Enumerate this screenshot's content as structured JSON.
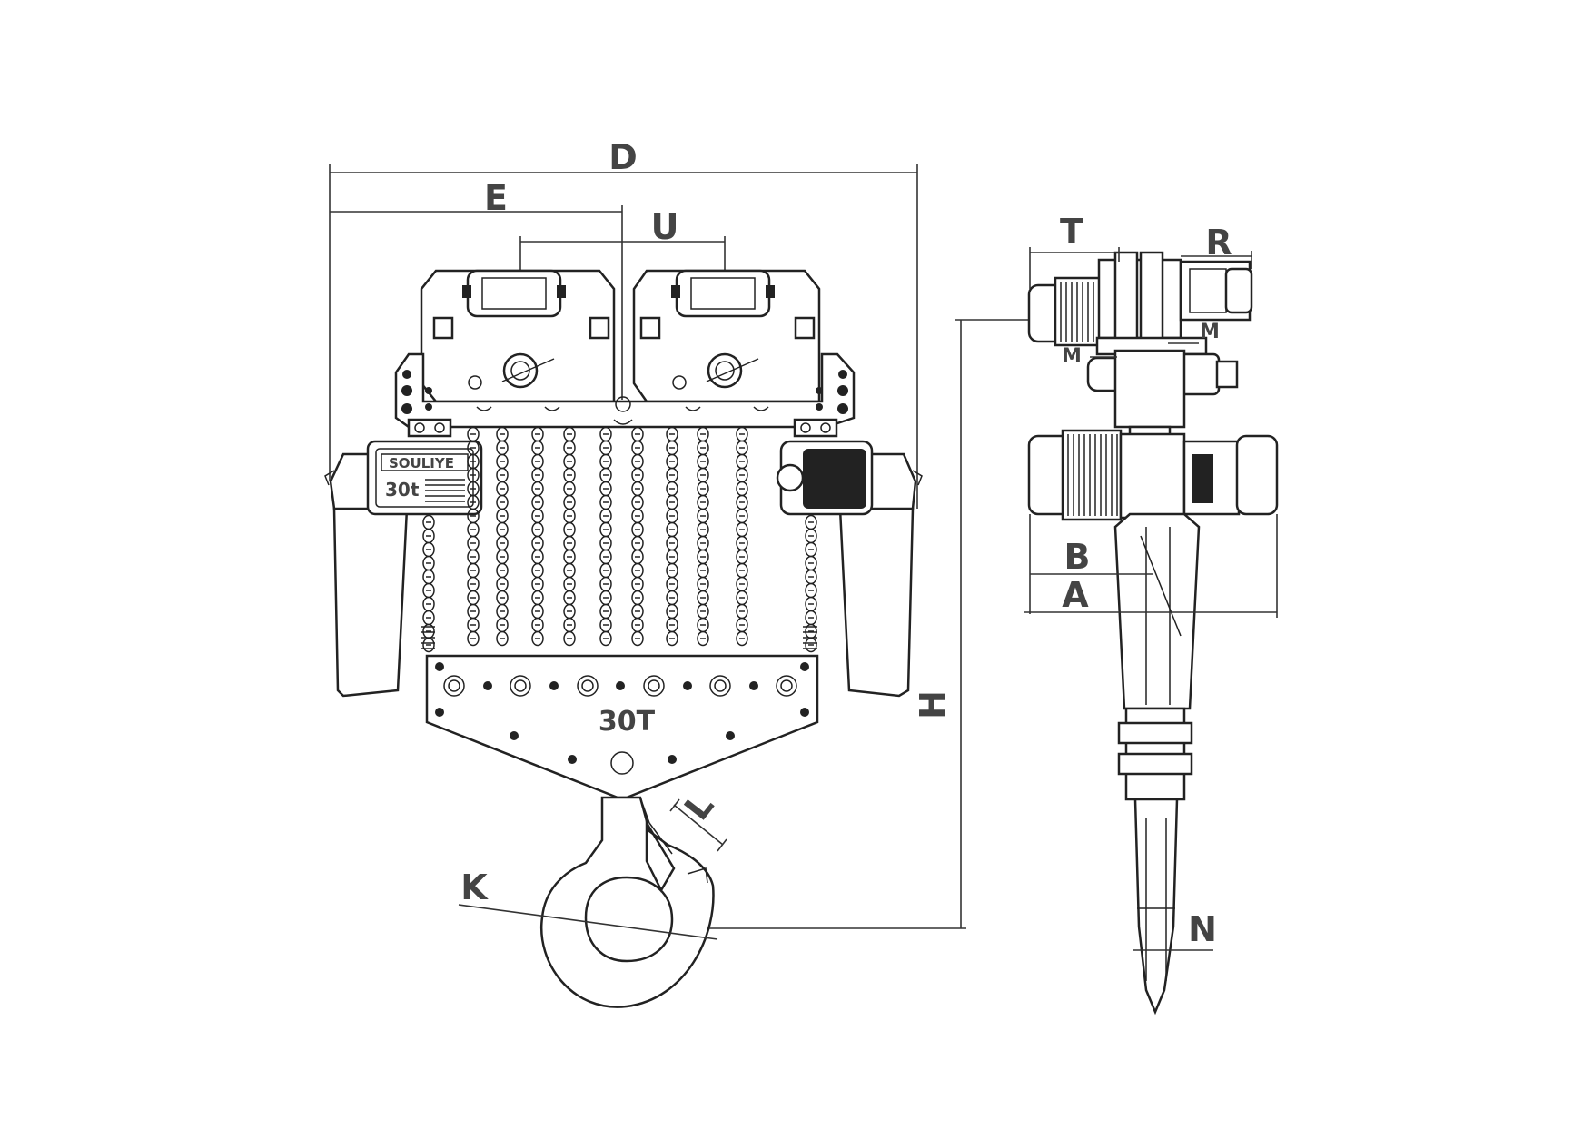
{
  "labels": {
    "D": "D",
    "E": "E",
    "U": "U",
    "T": "T",
    "R": "R",
    "M1": "M",
    "M2": "M",
    "B": "B",
    "A": "A",
    "H": "H",
    "L": "L",
    "K": "K",
    "N": "N"
  },
  "brand": "SOULIYE",
  "capacity_badge": "30t",
  "capacity_plate": "30T",
  "colors": {
    "line": "#222222",
    "text": "#444444",
    "background": "#ffffff"
  }
}
